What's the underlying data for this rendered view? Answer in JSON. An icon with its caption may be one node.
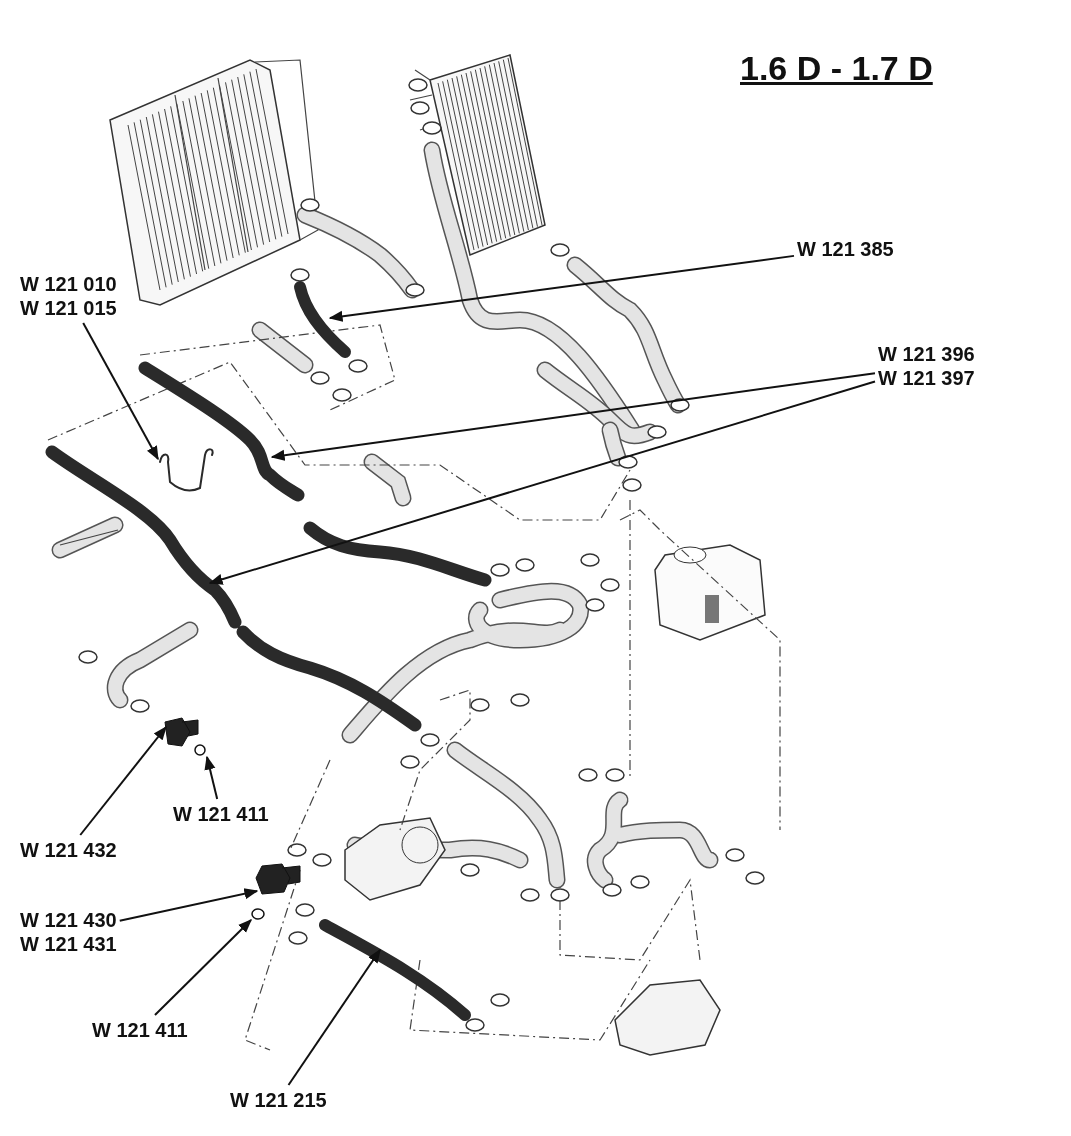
{
  "diagram": {
    "title": "1.6 D - 1.7 D",
    "nodes": [
      {
        "text": [
          "W 121 385"
        ]
      },
      {
        "text": [
          "W 121 010 W 121 015"
        ]
      },
      {
        "text": [
          "W 121 396 W 121 397"
        ]
      },
      {
        "text": [
          "W 121 432"
        ]
      },
      {
        "text": [
          "W 121 411"
        ]
      },
      {
        "text": [
          "W 121 430 W 121 431"
        ]
      },
      {
        "text": [
          "W 121 411"
        ]
      },
      {
        "text": [
          "W 121 215"
        ]
      },
      {
        "text": [],
        "shape": "picture"
      },
      {
        "text": [],
        "shape": "picture"
      },
      {
        "text": [],
        "shape": "picture"
      },
      {
        "text": [],
        "shape": "picture"
      },
      {
        "text": [],
        "shape": "picture"
      },
      {
        "text": [],
        "shape": "circle"
      },
      {
        "text": [],
        "shape": "picture"
      },
      {
        "text": [],
        "shape": "circle"
      },
      {
        "text": [],
        "shape": "picture"
      }
    ],
    "edges": [
      {
        "from": 0,
        "to": 8,
        "arrow": "to"
      },
      {
        "from": 1,
        "to": 9,
        "arrow": "to"
      },
      {
        "from": 2,
        "to": 10,
        "arrow": "to"
      },
      {
        "from": 2,
        "to": 11,
        "arrow": "to"
      },
      {
        "from": 3,
        "to": 12,
        "arrow": "to"
      },
      {
        "from": 4,
        "to": 13,
        "arrow": "to"
      },
      {
        "from": 5,
        "to": 14,
        "arrow": "to"
      },
      {
        "from": 6,
        "to": 15,
        "arrow": "to"
      },
      {
        "from": 7,
        "to": 16,
        "arrow": "to"
      }
    ]
  }
}
